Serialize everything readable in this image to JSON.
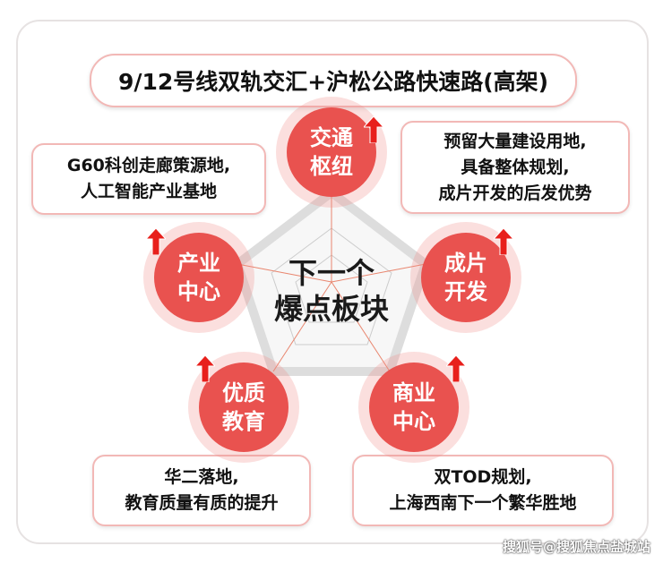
{
  "title": "9/12号线双轨交汇+沪松公路快速路(高架)",
  "center": {
    "line1": "下一个",
    "line2": "爆点板块"
  },
  "nodes": [
    {
      "line1": "交通",
      "line2": "枢纽"
    },
    {
      "line1": "产业",
      "line2": "中心"
    },
    {
      "line1": "成片",
      "line2": "开发"
    },
    {
      "line1": "优质",
      "line2": "教育"
    },
    {
      "line1": "商业",
      "line2": "中心"
    }
  ],
  "boxes": [
    {
      "line1": "G60科创走廊策源地,",
      "line2": "人工智能产业基地"
    },
    {
      "line1": "预留大量建设用地,",
      "line2": "具备整体规划,",
      "line3": "成片开发的后发优势"
    },
    {
      "line1": "华二落地,",
      "line2": "教育质量有质的提升"
    },
    {
      "line1": "双TOD规划,",
      "line2": "上海西南下一个繁华胜地"
    }
  ],
  "watermark": "搜狐号@搜狐焦点盐城站",
  "colors": {
    "accent": "#e9524f",
    "arrow": "#e8201c",
    "border": "#f2b8b6"
  }
}
